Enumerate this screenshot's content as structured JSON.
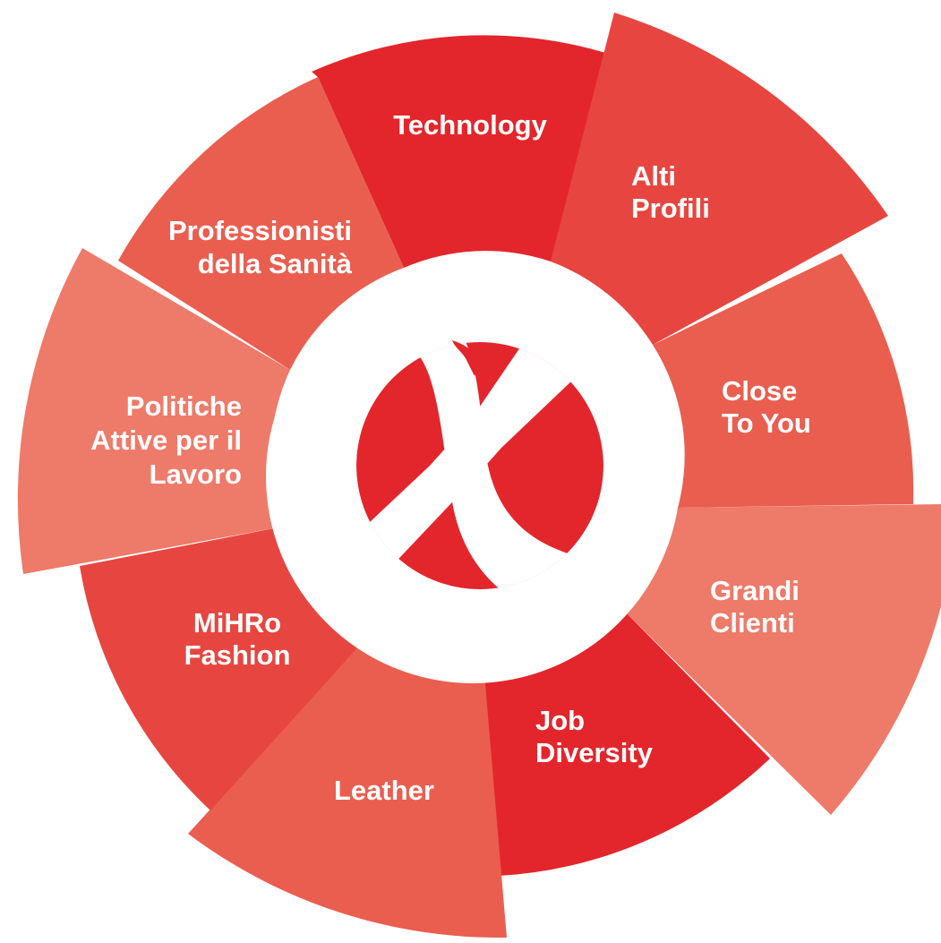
{
  "segments": [
    {
      "id": "technology",
      "lines": [
        "Technology"
      ],
      "color": "#e3262c"
    },
    {
      "id": "alti-profili",
      "lines": [
        "Alti",
        "Profili"
      ],
      "color": "#e74640"
    },
    {
      "id": "close-to-you",
      "lines": [
        "Close",
        "To You"
      ],
      "color": "#ea5e50"
    },
    {
      "id": "grandi-clienti",
      "lines": [
        "Grandi",
        "Clienti"
      ],
      "color": "#ee7a69"
    },
    {
      "id": "job-diversity",
      "lines": [
        "Job",
        "Diversity"
      ],
      "color": "#e3262c"
    },
    {
      "id": "leather",
      "lines": [
        "Leather"
      ],
      "color": "#ea5e50"
    },
    {
      "id": "mihro-fashion",
      "lines": [
        "MiHRo",
        "Fashion"
      ],
      "color": "#e74640"
    },
    {
      "id": "politiche-attive",
      "lines": [
        "Politiche",
        "Attive per il",
        "Lavoro"
      ],
      "color": "#ee7a69"
    },
    {
      "id": "professionisti-sanita",
      "lines": [
        "Professionisti",
        "della Sanità"
      ],
      "color": "#ea5e50"
    }
  ],
  "logo": {
    "name": "x-logo-icon",
    "color": "#e3262c",
    "background": "#ffffff"
  }
}
